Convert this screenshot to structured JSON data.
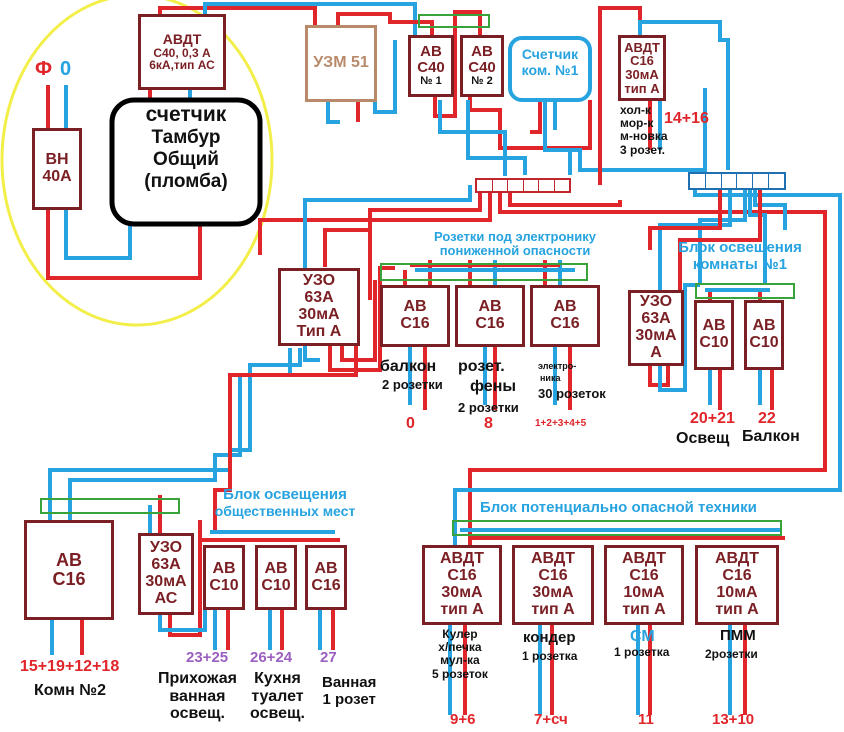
{
  "top": {
    "phase_label": "Ф",
    "neutral_label": "0",
    "vn": {
      "line1": "ВН",
      "line2": "40А"
    },
    "avdt_main": {
      "line1": "АВДТ",
      "line2": "С40, 0,3 А",
      "line3": "6кА,тип АС"
    },
    "meter_common": {
      "line1": "счетчик",
      "line2": "Тамбур",
      "line3": "Общий",
      "line4": "(пломба)"
    },
    "uzm": "УЗМ 51",
    "av1": {
      "line1": "АВ",
      "line2": "С40",
      "line3": "№ 1"
    },
    "av2": {
      "line1": "АВ",
      "line2": "С40",
      "line3": "№ 2"
    },
    "meter_room": {
      "line1": "Счетчик",
      "line2": "ком. №1"
    },
    "avdt_room": {
      "line1": "АВДТ",
      "line2": "С16",
      "line3": "30мА",
      "line4": "тип А"
    },
    "fridge_note": {
      "line1": "хол-к",
      "line2": "мор-к",
      "line3": "м-новка",
      "line4": "3 розет."
    },
    "fridge_num": "14+16"
  },
  "low_danger": {
    "title_line1": "Розетки под электронику",
    "title_line2": "пониженной опасности",
    "uzo": {
      "line1": "УЗО",
      "line2": "63А",
      "line3": "30мА",
      "line4": "Тип А"
    },
    "av_balcony": {
      "line1": "АВ",
      "line2": "С16"
    },
    "av_fen": {
      "line1": "АВ",
      "line2": "С16"
    },
    "av_elec": {
      "line1": "АВ",
      "line2": "С16"
    },
    "balcony_label": "балкон",
    "balcony_sub": "2 розетки",
    "balcony_num": "0",
    "fen_label1": "розет.",
    "fen_label2": "фены",
    "fen_sub": "2 розетки",
    "fen_num": "8",
    "elec_label1": "электро-",
    "elec_label2": "ника",
    "elec_sub": "30 розеток",
    "elec_num": "1+2+3+4+5"
  },
  "room_light": {
    "title_line1": "Блок освещения",
    "title_line2": "комнаты №1",
    "uzo": {
      "line1": "УЗО",
      "line2": "63А",
      "line3": "30мА",
      "line4": "А"
    },
    "av_light": {
      "line1": "АВ",
      "line2": "С10"
    },
    "av_balcony": {
      "line1": "АВ",
      "line2": "С10"
    },
    "light_num": "20+21",
    "light_label": "Освещ",
    "balcony_num": "22",
    "balcony_label": "Балкон"
  },
  "public_light": {
    "title_line1": "Блок освещения",
    "title_line2": "общественных мест",
    "av_room2": {
      "line1": "АВ",
      "line2": "С16"
    },
    "uzo": {
      "line1": "УЗО",
      "line2": "63А",
      "line3": "30мА",
      "line4": "АС"
    },
    "av_hall": {
      "line1": "АВ",
      "line2": "С10"
    },
    "av_kitchen": {
      "line1": "АВ",
      "line2": "С10"
    },
    "av_bath": {
      "line1": "АВ",
      "line2": "С16"
    },
    "room2_num": "15+19+12+18",
    "room2_label": "Комн №2",
    "hall_num": "23+25",
    "hall_label1": "Прихожая",
    "hall_label2": "ванная",
    "hall_label3": "освещ.",
    "kitchen_num": "26+24",
    "kitchen_label1": "Кухня",
    "kitchen_label2": "туалет",
    "kitchen_label3": "освещ.",
    "bath_num": "27",
    "bath_label1": "Ванная",
    "bath_label2": "1 розет"
  },
  "danger": {
    "title": "Блок потенциально опасной техники",
    "avdt1": {
      "line1": "АВДТ",
      "line2": "С16",
      "line3": "30мА",
      "line4": "тип А"
    },
    "avdt2": {
      "line1": "АВДТ",
      "line2": "С16",
      "line3": "30мА",
      "line4": "тип А"
    },
    "avdt3": {
      "line1": "АВДТ",
      "line2": "С16",
      "line3": "10мА",
      "line4": "тип А"
    },
    "avdt4": {
      "line1": "АВДТ",
      "line2": "С16",
      "line3": "10мА",
      "line4": "тип А"
    },
    "cooler_l1": "Кулер",
    "cooler_l2": "х/печка",
    "cooler_l3": "мул-ка",
    "cooler_l4": "5 розеток",
    "cooler_num": "9+6",
    "cond_l1": "кондер",
    "cond_l2": "1 розетка",
    "cond_num": "7+сч",
    "sm_l1": "СМ",
    "sm_l2": "1 розетка",
    "sm_num": "11",
    "pmm_l1": "ПММ",
    "pmm_l2": "2розетки",
    "pmm_num": "13+10"
  },
  "colors": {
    "phase": "#e0252b",
    "neutral": "#27a3e0",
    "device": "#7a1f24",
    "bus": "#3aa23a",
    "highlight": "#f2ee4a"
  }
}
